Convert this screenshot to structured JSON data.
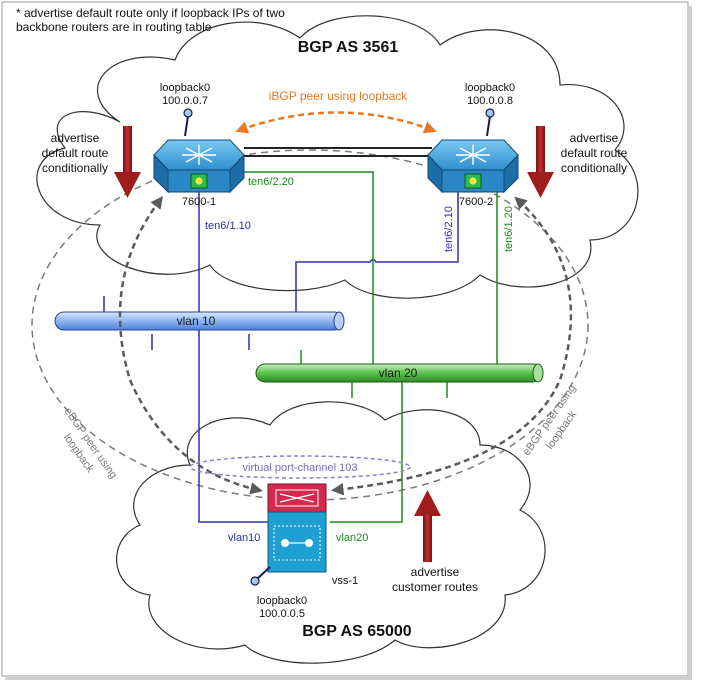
{
  "note": {
    "line1": "* advertise default route only if loopback IPs of two",
    "line2": "backbone routers are in routing table"
  },
  "as_top": {
    "title": "BGP  AS 3561"
  },
  "as_bottom": {
    "title": "BGP  AS 65000"
  },
  "router_left": {
    "name": "7600-1",
    "loopback_label": "loopback0",
    "loopback_ip": "100.0.0.7",
    "advertise": [
      "advertise",
      "default route",
      "conditionally"
    ]
  },
  "router_right": {
    "name": "7600-2",
    "loopback_label": "loopback0",
    "loopback_ip": "100.0.0.8",
    "advertise": [
      "advertise",
      "default route",
      "conditionally"
    ]
  },
  "ibgp": {
    "label": "iBGP peer using loopback"
  },
  "interfaces": {
    "l_ten6_2_20": "ten6/2.20",
    "l_ten6_1_10": "ten6/1.10",
    "r_ten6_2_10": "ten6/2.10",
    "r_ten6_1_20": "ten6/1.20"
  },
  "vlans": {
    "vlan10": "vlan 10",
    "vlan20": "vlan 20"
  },
  "vss": {
    "name": "vss-1",
    "loopback_label": "loopback0",
    "loopback_ip": "100.0.0.5",
    "port_channel": "virtual port-channel 103",
    "vlan10": "vlan10",
    "vlan20": "vlan20",
    "advertise": [
      "advertise",
      "customer routes"
    ]
  },
  "ebgp_left": [
    "eBGP peer using",
    "loopback"
  ],
  "ebgp_right": [
    "eBGP peer using",
    "loopback"
  ],
  "colors": {
    "blue": "#2b2fb0",
    "green": "#1f8a1f",
    "orange": "#e87722",
    "darkred": "#a01d1d",
    "router": "#2f9ad6",
    "vss_red": "#cc2244"
  }
}
